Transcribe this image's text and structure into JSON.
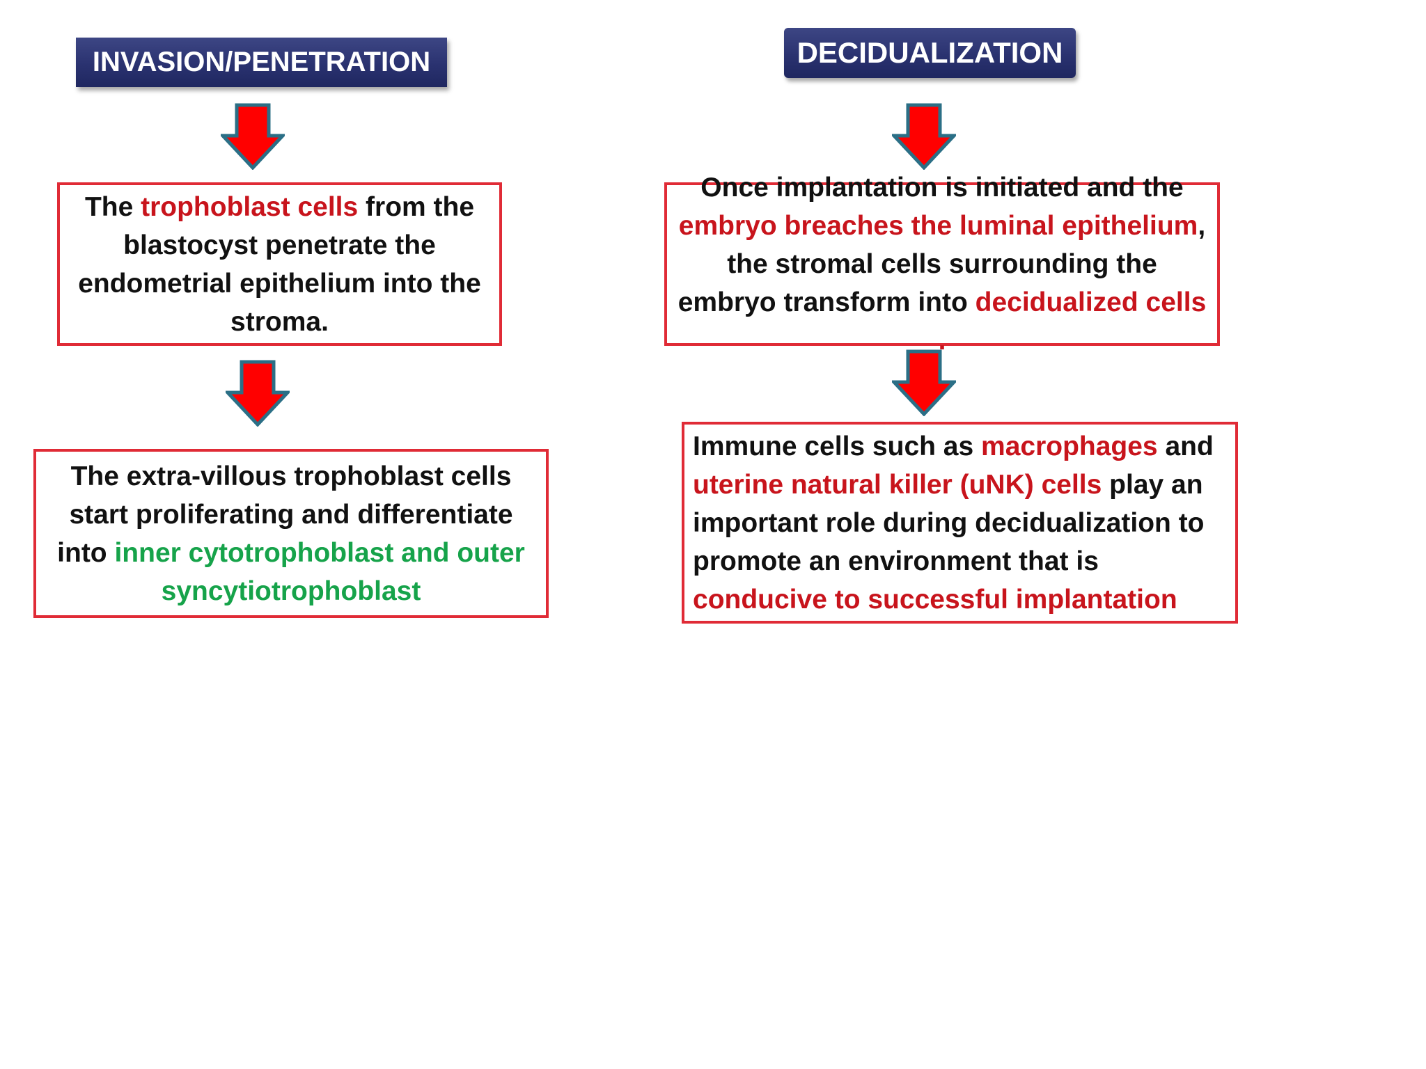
{
  "left_column": {
    "header": "INVASION/PENETRATION",
    "box1": {
      "p1": "The ",
      "p2": "trophoblast cells",
      "p3": " from the blastocyst penetrate the endometrial epithelium into the stroma."
    },
    "box2": {
      "p1": "The extra-villous trophoblast cells start proliferating and differentiate into ",
      "p2": "inner cytotrophoblast and outer syncytiotrophoblast"
    }
  },
  "right_column": {
    "header": "DECIDUALIZATION",
    "box1": {
      "p1": "Once implantation is initiated and the ",
      "p2": "embryo breaches the luminal epithelium",
      "p3": ", the stromal cells surrounding the embryo transform into ",
      "p4": "decidualized cells ."
    },
    "box2": {
      "p1": "Immune cells such as ",
      "p2": "macrophages",
      "p3": " and ",
      "p4": "uterine natural killer (uNK) cells",
      "p5": " play an important role during decidualization to promote an environment that is ",
      "p6": "conducive to successful implantation"
    }
  },
  "colors": {
    "header_bg": "#2a3270",
    "box_border": "#e02b36",
    "highlight_red": "#c8141c",
    "highlight_green": "#16a34a",
    "arrow_fill": "#ff0000",
    "arrow_outline": "#2b6f86"
  },
  "icons": {
    "arrows": "down-arrow-icon"
  }
}
